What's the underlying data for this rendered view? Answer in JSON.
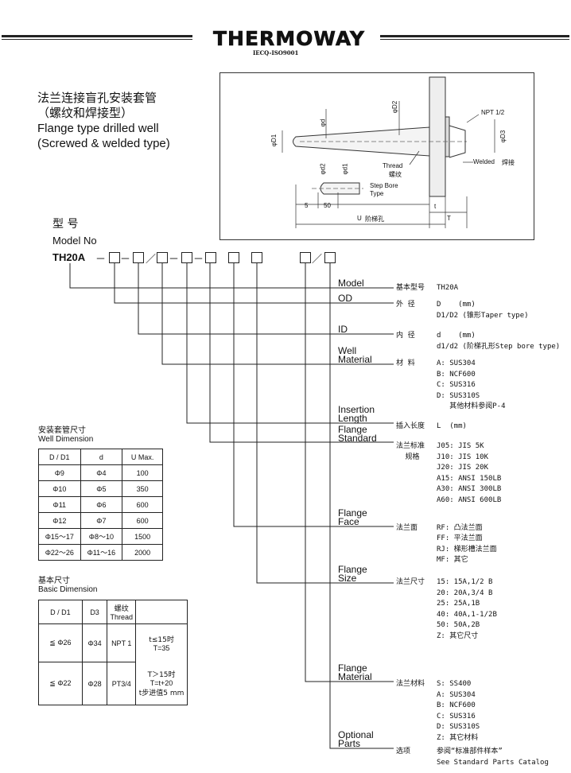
{
  "header": {
    "logo": "THERMOWAY",
    "certification": "IECQ-ISO9001"
  },
  "title": {
    "cn_line1": "法兰连接盲孔安装套管",
    "cn_line2": "（螺纹和焊接型）",
    "en_line1": "Flange type drilled well",
    "en_line2": "(Screwed & welded type)"
  },
  "diagram": {
    "npt": "NPT 1/2",
    "d2": "φD2",
    "d": "φd",
    "d1": "φD1",
    "d3": "φD3",
    "thread": "Thread",
    "thread_cn": "螺纹",
    "welded": "Welded",
    "welded_cn": "焊接",
    "dd2": "φd2",
    "dd1": "φd1",
    "step_bore": "Step Bore",
    "type": "Type",
    "dim5": "5",
    "dim50": "50",
    "u": "U",
    "u_cn": "阶梯孔",
    "t_small": "t",
    "t_big": "T"
  },
  "model": {
    "cn": "型  号",
    "en": "Model No",
    "code": "TH20A"
  },
  "fields": [
    {
      "name": "Model",
      "cn": "基本型号",
      "lines": [
        "TH20A"
      ]
    },
    {
      "name": "OD",
      "cn": "外  径",
      "lines": [
        "D    (mm)",
        "D1/D2 (锥形Taper type)"
      ]
    },
    {
      "name": "ID",
      "cn": "内  径",
      "lines": [
        "d    (mm)",
        "d1/d2 (阶梯孔形Step bore type)"
      ]
    },
    {
      "name": "Well Material",
      "cn": "材  料",
      "lines": [
        "A: SUS304",
        "B: NCF600",
        "C: SUS316",
        "D: SUS310S",
        "   其他材料参阅P-4"
      ]
    },
    {
      "name": "Insertion Length",
      "cn": "插入长度",
      "lines": [
        "L  (mm)"
      ]
    },
    {
      "name": "Flange Standard",
      "cn": "法兰标准\n    规格",
      "lines": [
        "J05: JIS 5K",
        "J10: JIS 10K",
        "J20: JIS 20K",
        "A15: ANSI 150LB",
        "A30: ANSI 300LB",
        "A60: ANSI 600LB"
      ]
    },
    {
      "name": "Flange Face",
      "cn": "法兰面",
      "lines": [
        "RF: 凸法兰面",
        "FF: 平法兰面",
        "RJ: 梯形槽法兰面",
        "MF: 其它"
      ]
    },
    {
      "name": "Flange Size",
      "cn": "法兰尺寸",
      "lines": [
        "15: 15A,1/2 B",
        "20: 20A,3/4 B",
        "25: 25A,1B",
        "40: 40A,1-1/2B",
        "50: 50A,2B",
        "Z: 其它尺寸"
      ]
    },
    {
      "name": "Flange Material",
      "cn": "法兰材料",
      "lines": [
        "S: SS400",
        "A: SUS304",
        "B: NCF600",
        "C: SUS316",
        "D: SUS310S",
        "Z: 其它材料"
      ]
    },
    {
      "name": "Optional Parts",
      "cn": "选项",
      "lines": [
        "参阅“标准部件样本”",
        "See Standard Parts Catalog"
      ]
    }
  ],
  "field_labels": {
    "model": "Model",
    "od": "OD",
    "id": "ID",
    "well1": "Well",
    "well2": "Material",
    "ins1": "Insertion",
    "ins2": "Length",
    "fs1": "Flange",
    "fs2": "Standard",
    "ff1": "Flange",
    "ff2": "Face",
    "fz1": "Flange",
    "fz2": "Size",
    "fm1": "Flange",
    "fm2": "Material",
    "op1": "Optional",
    "op2": "Parts"
  },
  "well_dimension": {
    "title_cn": "安装套管尺寸",
    "title_en": "Well Dimension",
    "headers": [
      "D / D1",
      "d",
      "U Max."
    ],
    "rows": [
      [
        "Φ9",
        "Φ4",
        "100"
      ],
      [
        "Φ10",
        "Φ5",
        "350"
      ],
      [
        "Φ11",
        "Φ6",
        "600"
      ],
      [
        "Φ12",
        "Φ7",
        "600"
      ],
      [
        "Φ15～17",
        "Φ8～10",
        "1500"
      ],
      [
        "Φ22～26",
        "Φ11～16",
        "2000"
      ]
    ]
  },
  "basic_dimension": {
    "title_cn": "基本尺寸",
    "title_en": "Basic Dimension",
    "h_d": "D / D1",
    "h_d3": "D3",
    "h_thread_cn": "螺纹",
    "h_thread_en": "Thread",
    "r1_d": "≦ Φ26",
    "r1_d3": "Φ34",
    "r1_thread": "NPT 1",
    "r1_t1": "t≤15时",
    "r1_t2": "T=35",
    "r2_d": "≦ Φ22",
    "r2_d3": "Φ28",
    "r2_thread": "PT3/4",
    "r2_t1": "T＞15时",
    "r2_t2": "T=t+20",
    "r2_t3": "t步进值5 mm"
  }
}
